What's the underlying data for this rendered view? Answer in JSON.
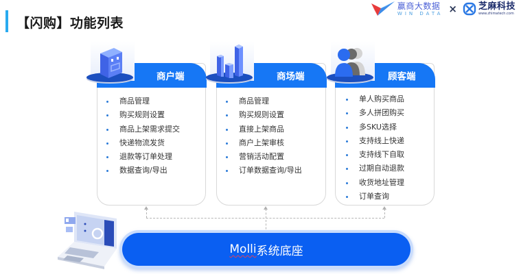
{
  "header": {
    "title": "【闪购】功能列表",
    "accent_color": "#29aaf0"
  },
  "logos": {
    "wind": {
      "name_cn": "赢商大数据",
      "name_en": "WIN DATA"
    },
    "separator": "×",
    "zhima": {
      "name_cn": "芝麻科技",
      "url_text": "www.zhimatech.com"
    }
  },
  "cards": [
    {
      "title": "商户端",
      "icon": "building-icon",
      "items": [
        "商品管理",
        "购买规则设置",
        "商品上架需求提交",
        "快递物流发货",
        "退款等订单处理",
        "数据查询/导出"
      ]
    },
    {
      "title": "商场端",
      "icon": "bar-chart-icon",
      "items": [
        "商品管理",
        "购买规则设置",
        "直接上架商品",
        "商户上架审核",
        "营销活动配置",
        "订单数据查询/导出"
      ]
    },
    {
      "title": "顾客端",
      "icon": "users-icon",
      "items": [
        "单人购买商品",
        "多人拼团购买",
        "多SKU选择",
        "支持线上快递",
        "支持线下自取",
        "过期自动退款",
        "收货地址管理",
        "订单查询"
      ]
    }
  ],
  "base": {
    "prefix": "Molli",
    "suffix": "系统底座",
    "color": "#0a5ff2"
  },
  "colors": {
    "header_blue": "#1677f5",
    "bullet_blue": "#2a7ad8"
  }
}
